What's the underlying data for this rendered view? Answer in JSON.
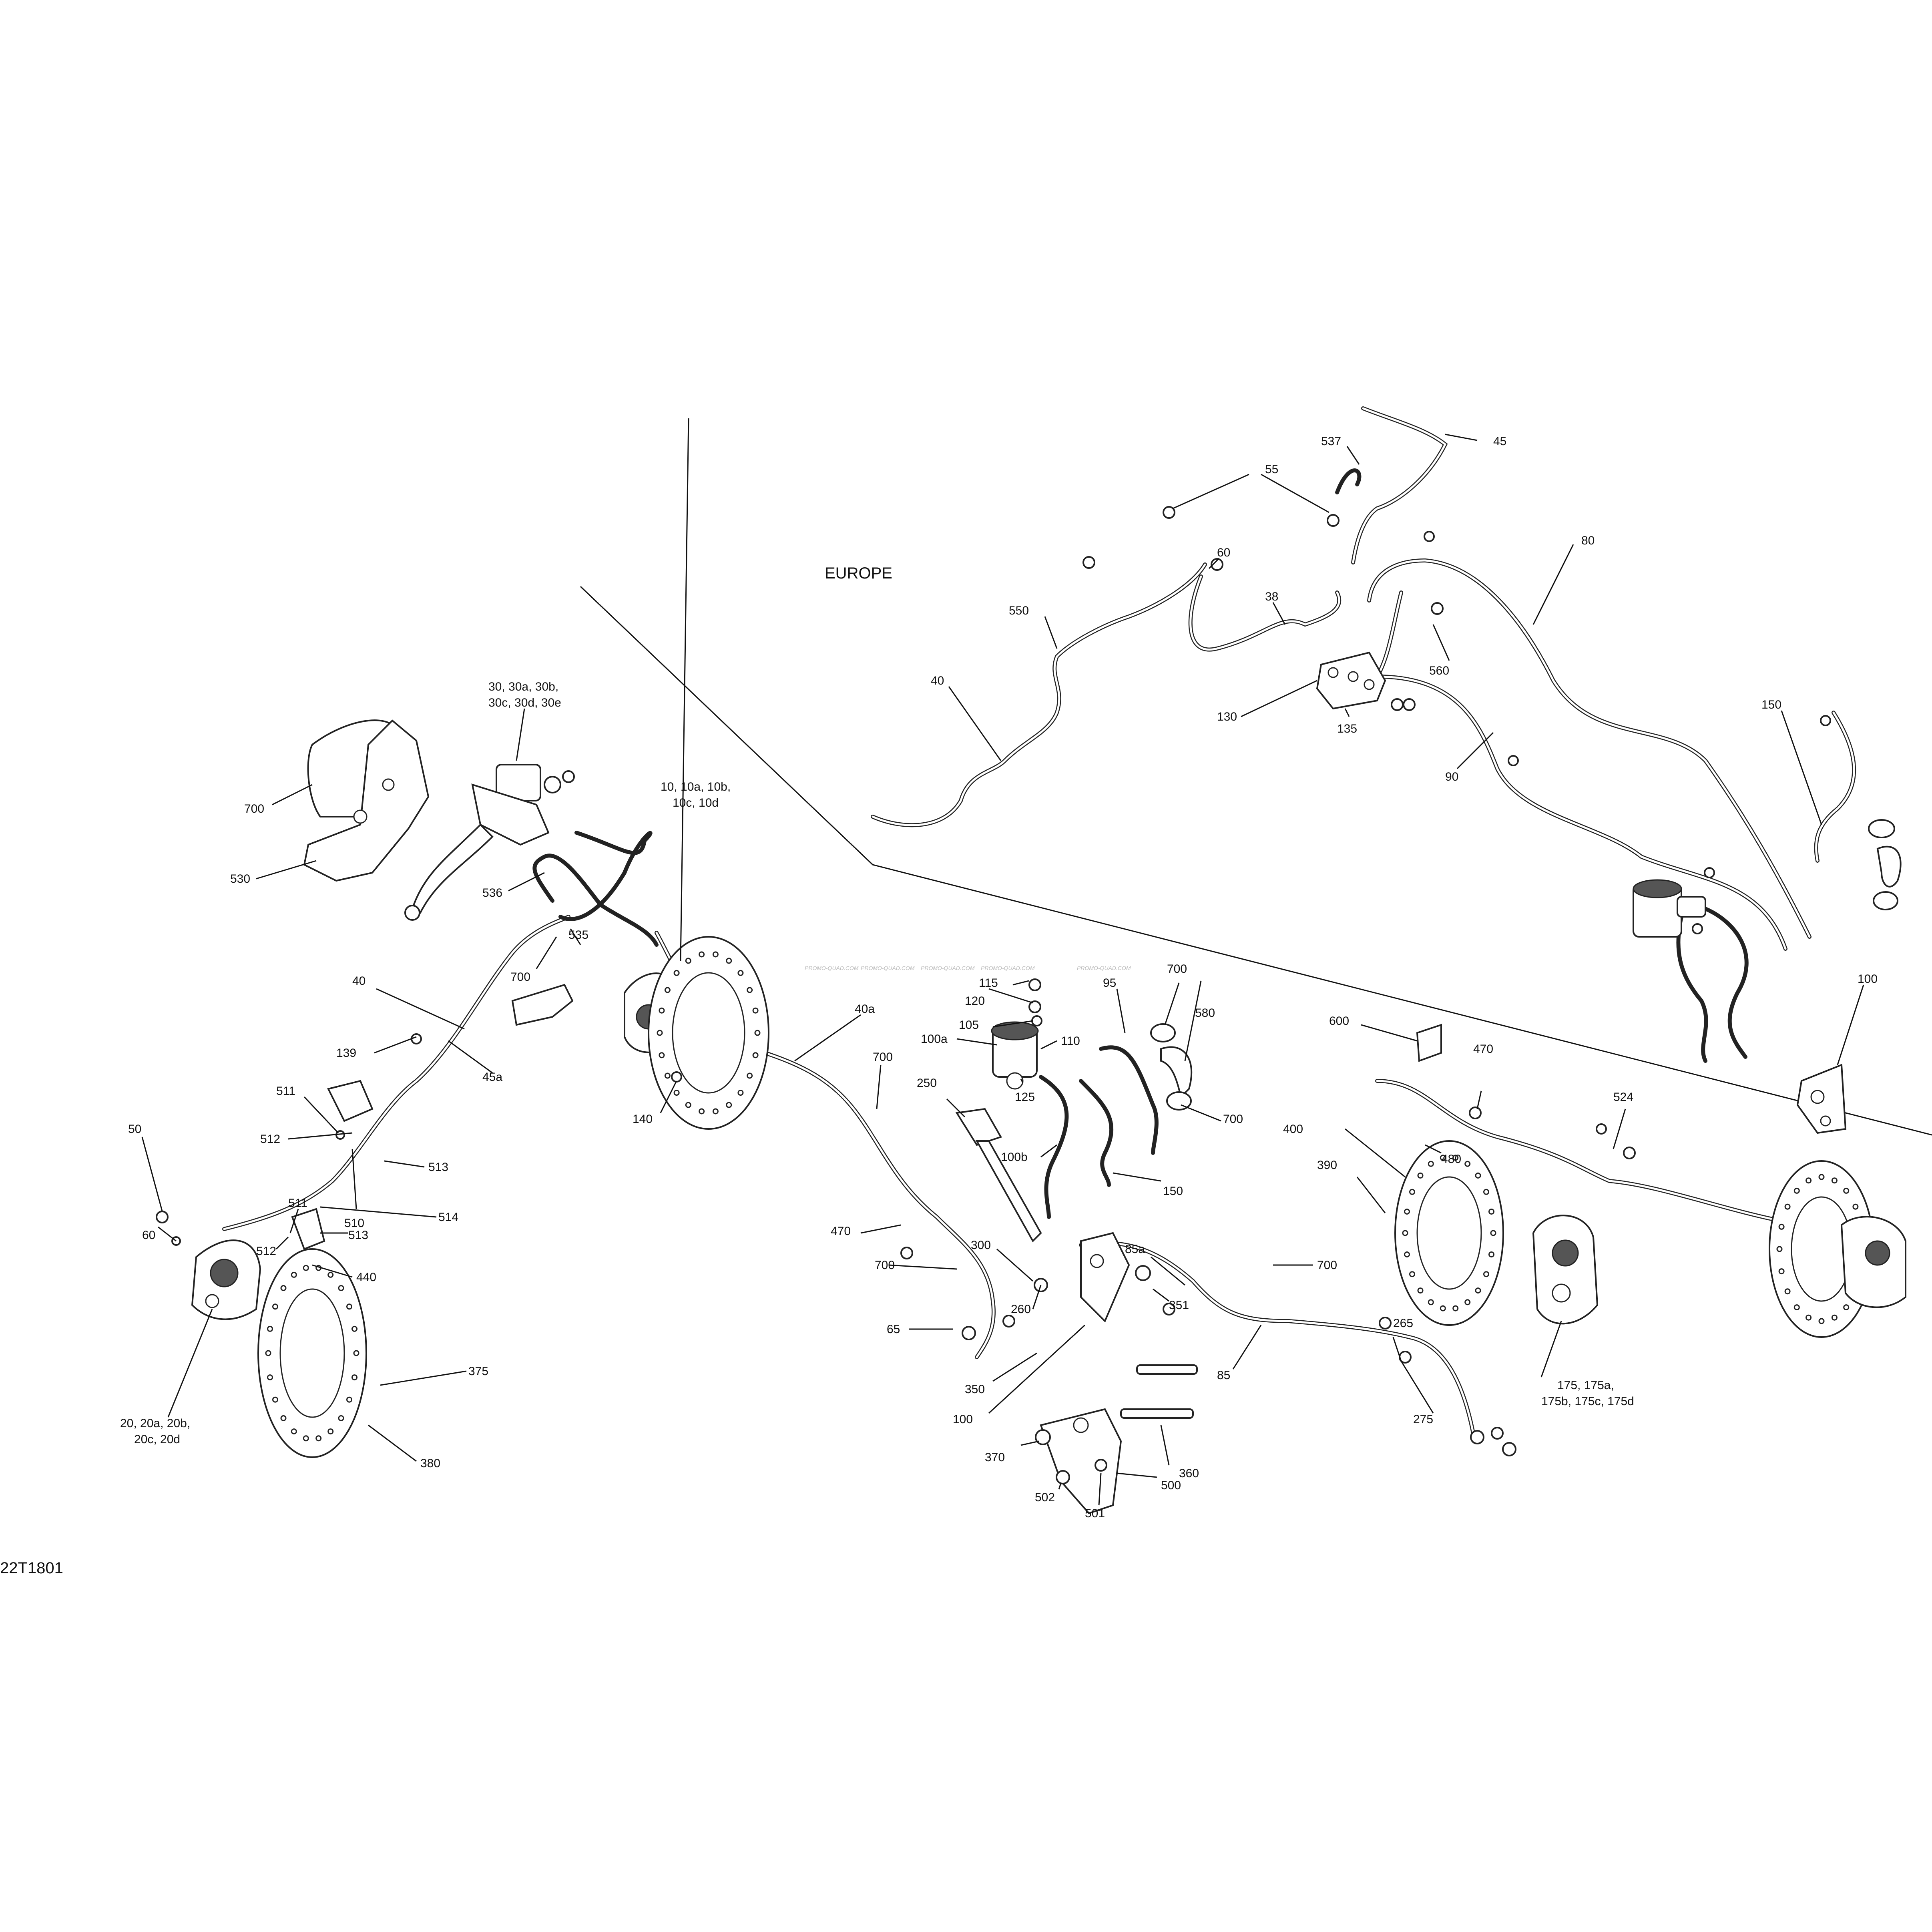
{
  "diagram": {
    "region_label": "EUROPE",
    "drawing_code": "22T1801",
    "watermark": "PROMO-QUAD.COM",
    "callouts": [
      {
        "id": "c45",
        "text": "45"
      },
      {
        "id": "c537",
        "text": "537"
      },
      {
        "id": "c55",
        "text": "55"
      },
      {
        "id": "c60a",
        "text": "60"
      },
      {
        "id": "c38",
        "text": "38"
      },
      {
        "id": "c80",
        "text": "80"
      },
      {
        "id": "c550",
        "text": "550"
      },
      {
        "id": "c560",
        "text": "560"
      },
      {
        "id": "c130",
        "text": "130"
      },
      {
        "id": "c135",
        "text": "135"
      },
      {
        "id": "c40a",
        "text": "40"
      },
      {
        "id": "c90",
        "text": "90"
      },
      {
        "id": "c150a",
        "text": "150"
      },
      {
        "id": "c100a",
        "text": "100"
      },
      {
        "id": "c30",
        "text": "30, 30a, 30b,"
      },
      {
        "id": "c30b",
        "text": "30c, 30d, 30e"
      },
      {
        "id": "c700a",
        "text": "700"
      },
      {
        "id": "c530",
        "text": "530"
      },
      {
        "id": "c10",
        "text": "10, 10a, 10b,"
      },
      {
        "id": "c10b",
        "text": "10c, 10d"
      },
      {
        "id": "c536",
        "text": "536"
      },
      {
        "id": "c700b",
        "text": "700"
      },
      {
        "id": "c535",
        "text": "535"
      },
      {
        "id": "c40b",
        "text": "40"
      },
      {
        "id": "c139",
        "text": "139"
      },
      {
        "id": "c45a",
        "text": "45a"
      },
      {
        "id": "c511a",
        "text": "511"
      },
      {
        "id": "c512a",
        "text": "512"
      },
      {
        "id": "c513a",
        "text": "513"
      },
      {
        "id": "c510",
        "text": "510"
      },
      {
        "id": "c50",
        "text": "50"
      },
      {
        "id": "c60b",
        "text": "60"
      },
      {
        "id": "c511b",
        "text": "511"
      },
      {
        "id": "c512b",
        "text": "512"
      },
      {
        "id": "c514",
        "text": "514"
      },
      {
        "id": "c513b",
        "text": "513"
      },
      {
        "id": "c440",
        "text": "440"
      },
      {
        "id": "c375",
        "text": "375"
      },
      {
        "id": "c20",
        "text": "20, 20a, 20b,"
      },
      {
        "id": "c20b",
        "text": "20c, 20d"
      },
      {
        "id": "c380",
        "text": "380"
      },
      {
        "id": "c140",
        "text": "140"
      },
      {
        "id": "c40c",
        "text": "40a"
      },
      {
        "id": "c700c",
        "text": "700"
      },
      {
        "id": "c115",
        "text": "115"
      },
      {
        "id": "c120",
        "text": "120"
      },
      {
        "id": "c105",
        "text": "105"
      },
      {
        "id": "c110",
        "text": "110"
      },
      {
        "id": "c100aa",
        "text": "100a"
      },
      {
        "id": "c95",
        "text": "95"
      },
      {
        "id": "c700d",
        "text": "700"
      },
      {
        "id": "c580",
        "text": "580"
      },
      {
        "id": "c700e",
        "text": "700"
      },
      {
        "id": "c250",
        "text": "250"
      },
      {
        "id": "c125",
        "text": "125"
      },
      {
        "id": "c100b",
        "text": "100b"
      },
      {
        "id": "c150b",
        "text": "150"
      },
      {
        "id": "c600",
        "text": "600"
      },
      {
        "id": "c470a",
        "text": "470"
      },
      {
        "id": "c524",
        "text": "524"
      },
      {
        "id": "c400",
        "text": "400"
      },
      {
        "id": "c480",
        "text": "480"
      },
      {
        "id": "c390",
        "text": "390"
      },
      {
        "id": "c470b",
        "text": "470"
      },
      {
        "id": "c300",
        "text": "300"
      },
      {
        "id": "c85a",
        "text": "85a"
      },
      {
        "id": "c700f",
        "text": "700"
      },
      {
        "id": "c260",
        "text": "260"
      },
      {
        "id": "c351",
        "text": "351"
      },
      {
        "id": "c700g",
        "text": "700"
      },
      {
        "id": "c65",
        "text": "65"
      },
      {
        "id": "c265",
        "text": "265"
      },
      {
        "id": "c350",
        "text": "350"
      },
      {
        "id": "c85",
        "text": "85"
      },
      {
        "id": "c100c",
        "text": "100"
      },
      {
        "id": "c275",
        "text": "275"
      },
      {
        "id": "c175",
        "text": "175, 175a,"
      },
      {
        "id": "c175b",
        "text": "175b, 175c, 175d"
      },
      {
        "id": "c360",
        "text": "360"
      },
      {
        "id": "c370",
        "text": "370"
      },
      {
        "id": "c500",
        "text": "500"
      },
      {
        "id": "c502",
        "text": "502"
      },
      {
        "id": "c501",
        "text": "501"
      }
    ]
  }
}
